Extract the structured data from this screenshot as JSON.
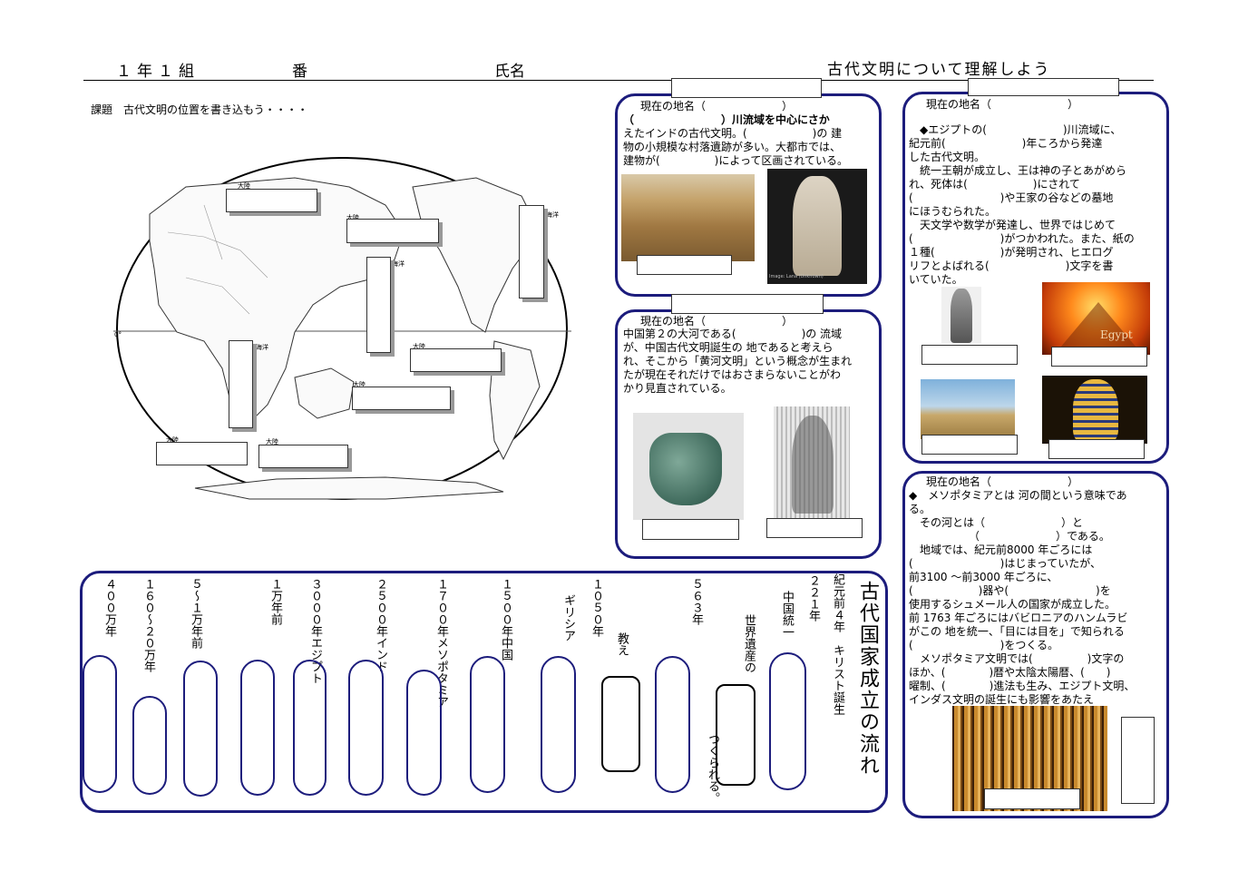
{
  "header": {
    "class_label": "１年１組",
    "number_label": "番",
    "name_label": "氏名",
    "title": "古代文明について理解しよう"
  },
  "map_section": {
    "task": "課題　古代文明の位置を書き込もう・・・・",
    "labels": {
      "continent": "大陸",
      "ocean": "海洋",
      "zero_deg": "0°"
    }
  },
  "indus": {
    "place_label": "現在の地名（　　　　　　　）",
    "lines": [
      "（　　　　　　　　）川流域を中心にさか",
      "えたインドの古代文明。(　　　　　　)の 建",
      "物の小規模な村落遺跡が多い。大都市では、",
      "建物が(　　　　　)によって区画されている。"
    ],
    "photo_credit": "Image: Lana (Unknown)"
  },
  "china": {
    "place_label": "現在の地名（　　　　　　　）",
    "lines": [
      "中国第２の大河である(　　　　　　)の 流域",
      "が、中国古代文明誕生の 地であると考えら",
      "れ、そこから「黄河文明」という概念が生まれ",
      "たが現在それだけではおさまらないことがわ",
      "かり見直されている。"
    ]
  },
  "egypt": {
    "place_label": "現在の地名（　　　　　　　）",
    "lines": [
      "◆エジプトの(　　　　　　　)川流域に、",
      "紀元前(　　　　　　　)年ころから発達",
      "した古代文明。",
      "　統一王朝が成立し、王は神の子とあがめら",
      "れ、死体は(　　　　　　)にされて",
      "(　　　　　　　　)や王家の谷などの墓地",
      "にほうむられた。",
      "　天文学や数学が発達し、世界ではじめて",
      "(　　　　　　　　)がつかわれた。また、紙の",
      "１種(　　　　　　)が発明され、ヒエログ",
      "リフとよばれる(　　　　　　　)文字を書",
      "いていた。"
    ],
    "photo_caption": "Egypt"
  },
  "mesopotamia": {
    "place_label": "現在の地名（　　　　　　　）",
    "lines": [
      "◆　メソポタミアとは 河の間という意味であ",
      "る。",
      "　その河とは（　　　　　　　）と",
      "　　　　　　（　　　　　　　）である。",
      "　地域では、紀元前8000 年ごろには",
      "(　　　　　　　　)はじまっていたが、",
      "前3100 〜前3000 年ごろに、",
      "(　　　　　　)器や(　　　　　　　　)を",
      "使用するシュメール人の国家が成立した。",
      "前 1763 年ごろにはバビロニアのハンムラビ",
      "がこの 地を統一、「目には目を」で知られる",
      "(　　　　　　　　)をつくる。",
      "　メソポタミア文明では(　　　　　)文字の",
      "ほか、(　　　　)暦や太陰太陽暦、(　　)",
      "曜制、(　　　　)進法も生み、エジプト文明、",
      "インダス文明の誕生にも影響をあたえ"
    ]
  },
  "timeline": {
    "title": "古代国家成立の流れ",
    "items": [
      "４００万年",
      "１６０〜２０万年",
      "５〜１万年前",
      "１万年前",
      "３０００年エジプト",
      "２５００年インド",
      "１７００年メソポタミア",
      "１５００年中国",
      "ギリシア",
      "１０５０年",
      "教え",
      "５６３年",
      "世界遺産の",
      "中国統一",
      "２２１年",
      "紀元前４年　キリスト誕生",
      "つくられる。"
    ]
  }
}
